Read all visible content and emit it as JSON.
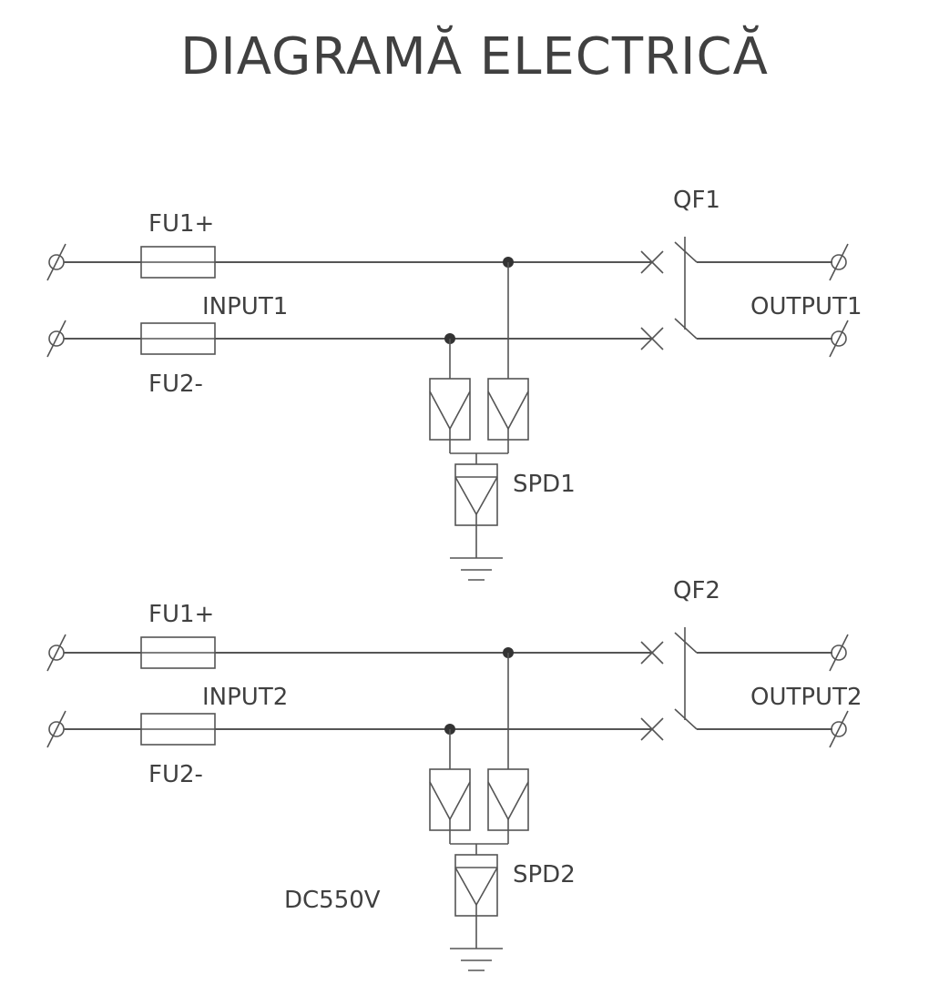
{
  "title": "DIAGRAMĂ ELECTRICĂ",
  "colors": {
    "line": "#555555",
    "text": "#404040",
    "junction": "#333333"
  },
  "circuits": [
    {
      "id": "circuit-1",
      "fuse_pos_label": "FU1+",
      "fuse_neg_label": "FU2-",
      "input_label": "INPUT1",
      "breaker_label": "QF1",
      "output_label": "OUTPUT1",
      "spd_label": "SPD1",
      "voltage_label": ""
    },
    {
      "id": "circuit-2",
      "fuse_pos_label": "FU1+",
      "fuse_neg_label": "FU2-",
      "input_label": "INPUT2",
      "breaker_label": "QF2",
      "output_label": "OUTPUT2",
      "spd_label": "SPD2",
      "voltage_label": "DC550V"
    }
  ]
}
